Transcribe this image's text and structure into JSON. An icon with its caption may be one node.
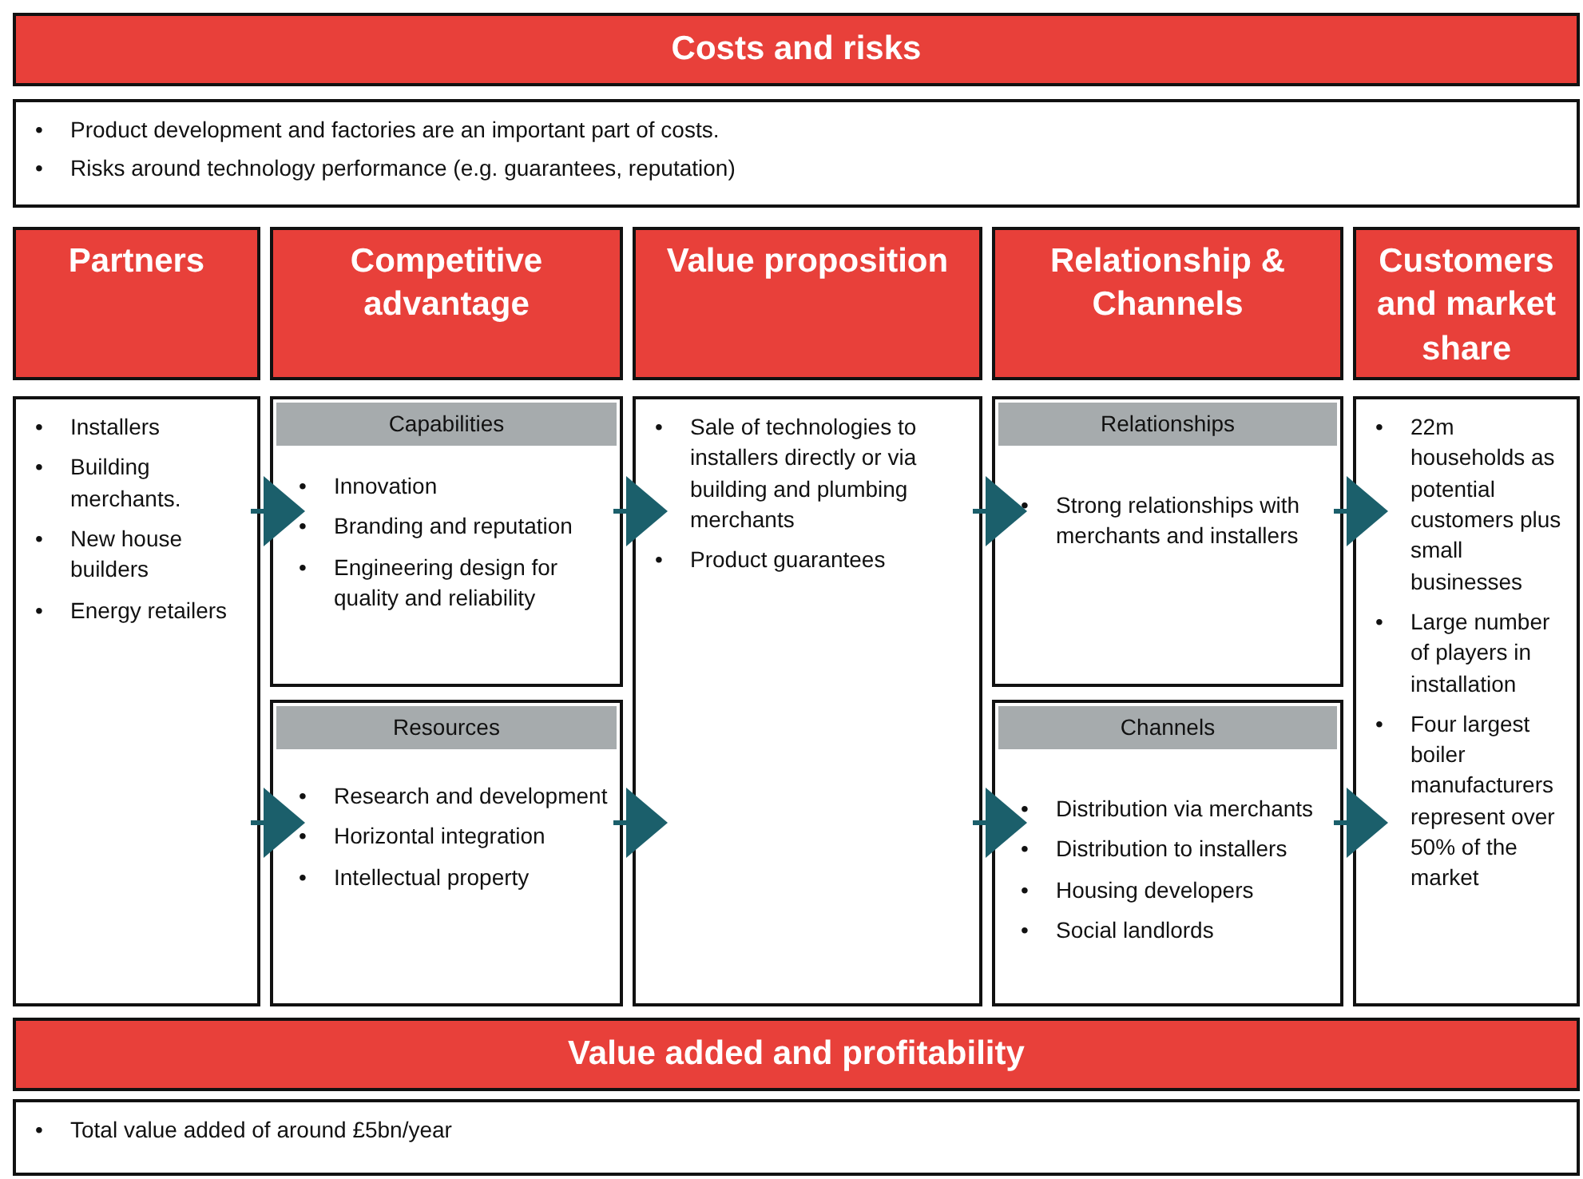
{
  "diagram": {
    "nodes": [
      {
        "text": [
          "Costs and risks"
        ]
      },
      {
        "text": [
          "• Product development  and factories are an important part of costs.",
          "• Risks around technology performance (e.g. guarantees, reputation)"
        ]
      },
      {
        "text": [
          "Partners"
        ]
      },
      {
        "text": [
          "Competitive advantage"
        ]
      },
      {
        "text": [
          "Value proposition"
        ]
      },
      {
        "text": [
          "Relationship & Channels"
        ]
      },
      {
        "text": [
          "Customers and market share"
        ]
      },
      {
        "text": [
          "• Installers",
          "• Building merchants.",
          "• New house builders",
          "• Energy retailers"
        ]
      },
      {
        "text": [
          "Capabilities",
          "• Innovation",
          "• Branding and reputation",
          "• Engineering design for quality and reliability"
        ]
      },
      {
        "text": [
          "Resources",
          "• Research and development",
          "• Horizontal integration",
          "• Intellectual property"
        ]
      },
      {
        "text": [
          "• Sale of technologies to installers directly or via building and plumbing merchants",
          "• Product guarantees"
        ]
      },
      {
        "text": [
          "Relationships",
          "• Strong relationships with merchants and installers"
        ]
      },
      {
        "text": [
          "Channels",
          "• Distribution via merchants",
          "• Distribution to installers",
          "• Housing developers",
          "• Social landlords"
        ]
      },
      {
        "text": [
          "• 22m households as potential customers plus small businesses",
          "• Large number of players in installation",
          "• Four largest boiler manufacturers represent over 50% of the market"
        ]
      },
      {
        "text": [
          "Value added and profitability"
        ]
      },
      {
        "text": [
          "• Total value added of around £5bn/year"
        ]
      }
    ],
    "edges": [
      {
        "from": 7,
        "to": 8,
        "arrow": "to"
      },
      {
        "from": 7,
        "to": 9,
        "arrow": "to"
      },
      {
        "from": 8,
        "to": 10,
        "arrow": "to"
      },
      {
        "from": 9,
        "to": 10,
        "arrow": "to"
      },
      {
        "from": 10,
        "to": 11,
        "arrow": "to"
      },
      {
        "from": 10,
        "to": 12,
        "arrow": "to"
      },
      {
        "from": 11,
        "to": 13,
        "arrow": "to"
      },
      {
        "from": 12,
        "to": 13,
        "arrow": "to"
      }
    ]
  }
}
